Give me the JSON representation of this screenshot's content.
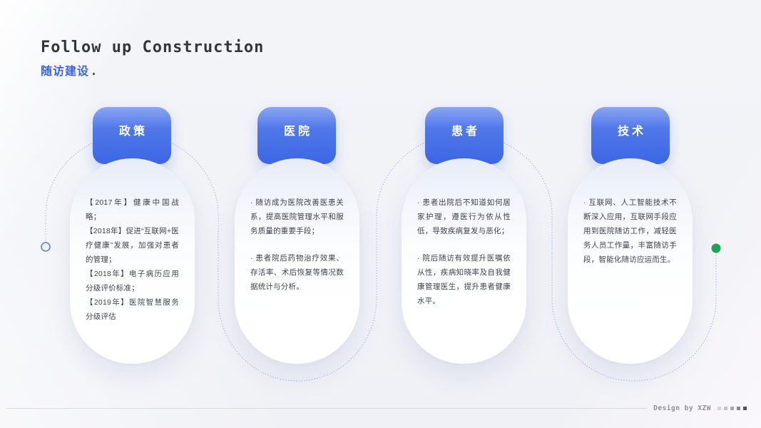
{
  "header": {
    "title": "Follow up Construction",
    "subtitle": "随访建设",
    "subtitle_dot": "."
  },
  "columns": [
    {
      "key": "policy",
      "badge": "政策",
      "items": [
        "【2017年】健康中国战略；",
        "【2018年】促进“互联网+医疗健康”发展，加强对患者的管理；",
        "【2018年】电子病历应用分级评价标准；",
        "【2019年】医院智慧服务分级评估"
      ]
    },
    {
      "key": "hospital",
      "badge": "医院",
      "items": [
        "· 随访成为医院改善医患关系，提高医院管理水平和服务质量的重要手段；",
        "· 患者院后药物治疗效果、存活率、术后恢复等情况数据统计与分析。"
      ]
    },
    {
      "key": "patient",
      "badge": "患者",
      "items": [
        "· 患者出院后不知道如何居家护理，遵医行为依从性低，导致疾病复发与恶化；",
        "· 院后随访有效提升医嘱依从性，疾病知晓率及自我健康管理医生，提升患者健康水平。"
      ]
    },
    {
      "key": "technology",
      "badge": "技术",
      "items": [
        "· 互联网、人工智能技术不断深入应用，互联网手段应用到医院随访工作，减轻医务人员工作量，丰富随访手段，智能化随访应运而生。"
      ]
    }
  ],
  "footer": {
    "credit": "Design by XZW"
  },
  "colors": {
    "badge_blue": "#3d67e4",
    "accent_blue": "#3c63e6",
    "path_blue": "#8ea8f0",
    "start_ring_blue": "#5d80f0",
    "end_dot_green": "#1aa653",
    "text_dark": "#3e444c",
    "background": "#f1f2f6"
  }
}
